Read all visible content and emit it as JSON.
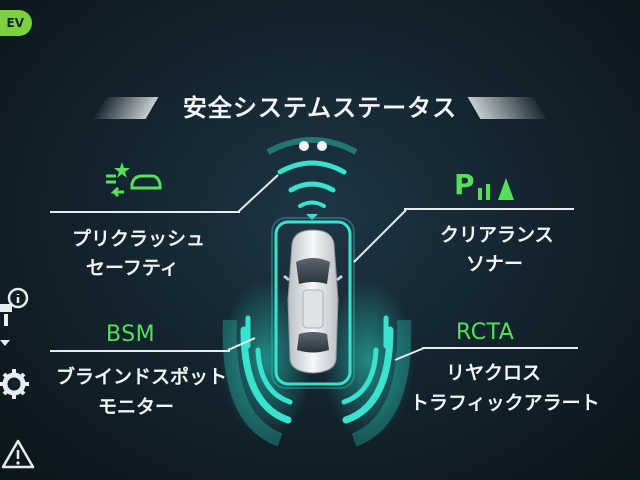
{
  "badge": {
    "label": "EV"
  },
  "title": "安全システムステータス",
  "pcs": {
    "line1": "プリクラッシュ",
    "line2": "セーフティ"
  },
  "sonar": {
    "icon_text": "P",
    "line1": "クリアランス",
    "line2": "ソナー"
  },
  "bsm": {
    "code": "BSM",
    "line1": "ブラインドスポット",
    "line2": "モニター"
  },
  "rcta": {
    "code": "RCTA",
    "line1": "リヤクロス",
    "line2": "トラフィックアラート"
  },
  "colors": {
    "indicator_green": "#55e05a",
    "sensor_cyan": "#39e2cf",
    "background": "#14252f",
    "text": "#f4f6f8"
  },
  "icons": [
    "eco-badge-icon",
    "pre-collision-icon",
    "parking-sonar-icon",
    "radar-waves-icon",
    "vehicle-icon",
    "info-settings-icon",
    "gear-icon",
    "warning-icon"
  ]
}
